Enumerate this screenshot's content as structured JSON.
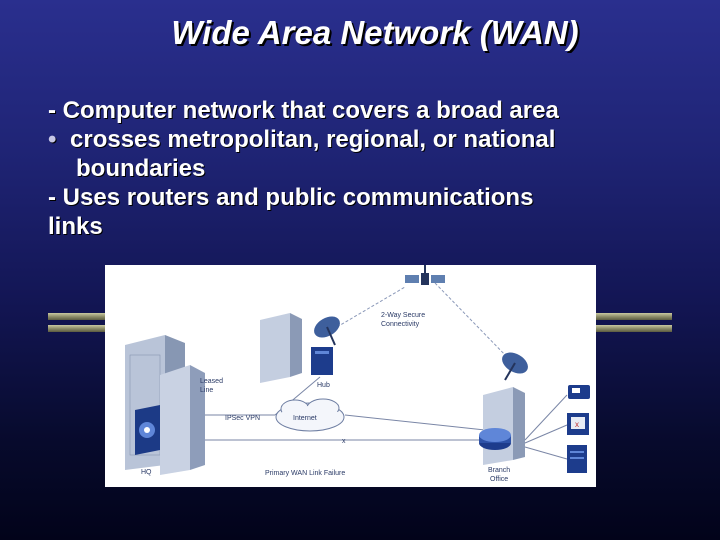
{
  "slide": {
    "title": "Wide Area Network (WAN)",
    "bullets": [
      {
        "marker": "-",
        "text": "Computer network that covers a broad area"
      },
      {
        "marker": "•",
        "text": "crosses metropolitan, regional, or national"
      },
      {
        "marker": "",
        "text": "boundaries"
      },
      {
        "marker": "-",
        "text": "Uses routers and public communications"
      },
      {
        "marker": "",
        "text": "links"
      }
    ]
  },
  "diagram": {
    "labels": {
      "secure": "2-Way Secure",
      "connectivity": "Connectivity",
      "leased1": "Leased",
      "leased2": "Line",
      "ipsec": "IPSec VPN",
      "internet": "Internet",
      "hub": "Hub",
      "hq": "HQ",
      "failure": "Primary WAN Link Failure",
      "branch1": "Branch",
      "branch2": "Office",
      "x": "x"
    }
  },
  "colors": {
    "accent_rule": "#a9a985",
    "background_top": "#2a2f8e",
    "background_bottom": "#02031a"
  }
}
